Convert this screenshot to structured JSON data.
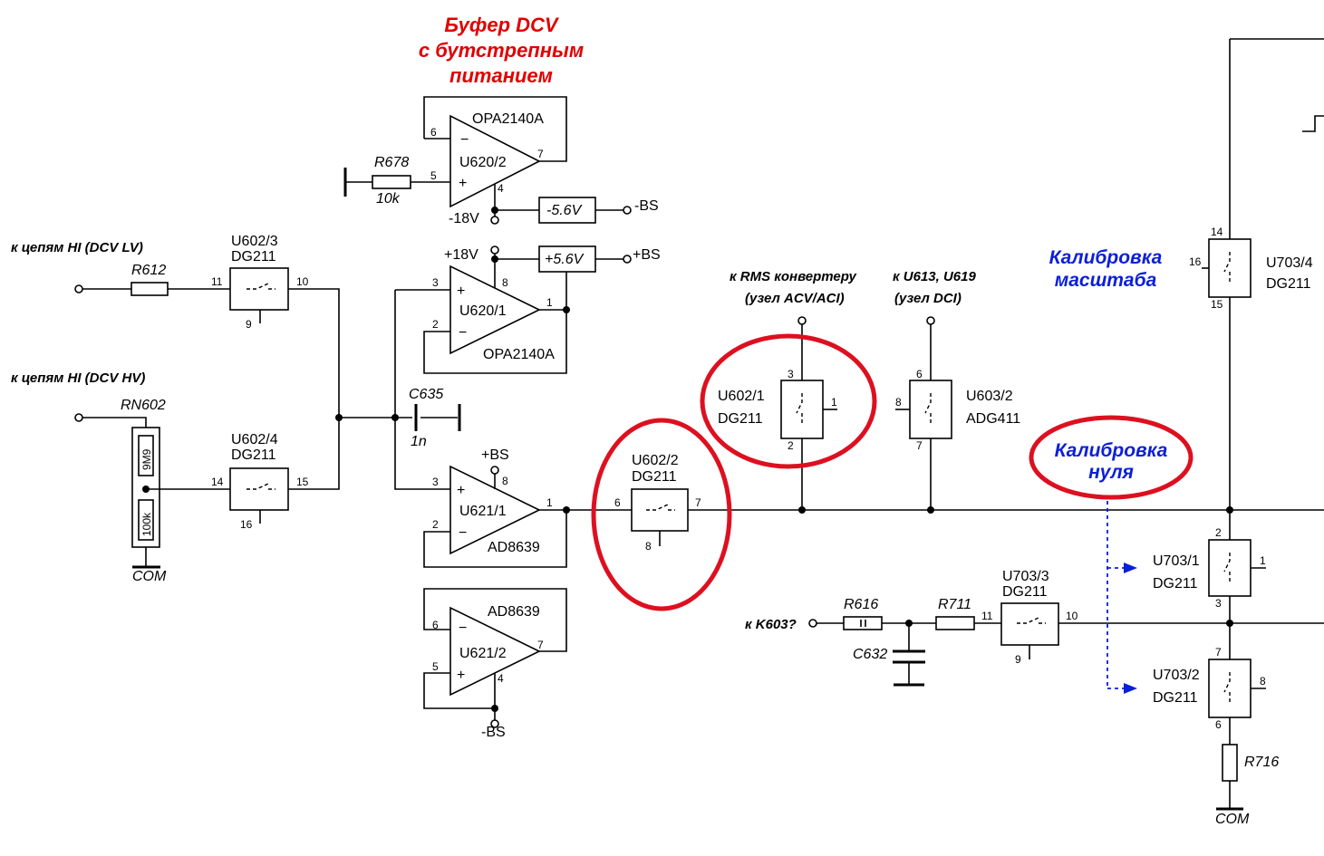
{
  "titles": {
    "buffer": [
      "Буфер DCV",
      "с бутстрепным",
      "питанием"
    ],
    "scale_cal": [
      "Калибровка",
      "масштаба"
    ],
    "zero_cal": [
      "Калибровка",
      "нуля"
    ]
  },
  "notes": {
    "hi_lv": "к цепям HI (DCV LV)",
    "hi_hv": "к цепям HI (DCV HV)",
    "rms_1": "к RMS конвертеру",
    "rms_2": "(узел ACV/ACI)",
    "dci_1": "к U613, U619",
    "dci_2": "(узел DCI)",
    "k603": "к K603?"
  },
  "opamps": {
    "u620_2": {
      "ref": "U620/2",
      "part": "OPA2140A",
      "pins": [
        "6",
        "5",
        "7",
        "4"
      ]
    },
    "u620_1": {
      "ref": "U620/1",
      "part": "OPA2140A",
      "pins": [
        "3",
        "2",
        "1",
        "8"
      ]
    },
    "u621_1": {
      "ref": "U621/1",
      "part": "AD8639",
      "pins": [
        "3",
        "2",
        "1",
        "8"
      ]
    },
    "u621_2": {
      "ref": "U621/2",
      "part": "AD8639",
      "pins": [
        "6",
        "5",
        "7",
        "4"
      ]
    }
  },
  "switches": {
    "u602_3": {
      "ref": "U602/3",
      "part": "DG211",
      "pins": [
        "11",
        "10",
        "9"
      ]
    },
    "u602_4": {
      "ref": "U602/4",
      "part": "DG211",
      "pins": [
        "14",
        "15",
        "16"
      ]
    },
    "u602_2": {
      "ref": "U602/2",
      "part": "DG211",
      "pins": [
        "6",
        "7",
        "8"
      ]
    },
    "u602_1": {
      "ref": "U602/1",
      "part": "DG211",
      "pins": [
        "3",
        "1",
        "2"
      ]
    },
    "u603_2": {
      "ref": "U603/2",
      "part": "ADG411",
      "pins": [
        "6",
        "8",
        "7"
      ]
    },
    "u703_4": {
      "ref": "U703/4",
      "part": "DG211",
      "pins": [
        "14",
        "16",
        "15"
      ]
    },
    "u703_1": {
      "ref": "U703/1",
      "part": "DG211",
      "pins": [
        "2",
        "1",
        "3"
      ]
    },
    "u703_3": {
      "ref": "U703/3",
      "part": "DG211",
      "pins": [
        "11",
        "10",
        "9"
      ]
    },
    "u703_2": {
      "ref": "U703/2",
      "part": "DG211",
      "pins": [
        "7",
        "8",
        "6"
      ]
    }
  },
  "passives": {
    "r678": {
      "ref": "R678",
      "value": "10k"
    },
    "r612": {
      "ref": "R612"
    },
    "rn602": {
      "ref": "RN602",
      "upper": "9M9",
      "lower": "100k"
    },
    "c635": {
      "ref": "C635",
      "value": "1n"
    },
    "r616": {
      "ref": "R616"
    },
    "r711": {
      "ref": "R711"
    },
    "c632": {
      "ref": "C632"
    },
    "r716": {
      "ref": "R716"
    }
  },
  "references": {
    "neg": "-5.6V",
    "pos": "+5.6V"
  },
  "rails": {
    "neg_bs": "-BS",
    "pos_bs": "+BS",
    "neg18": "-18V",
    "pos18": "+18V",
    "bs_amp": "+BS",
    "bs_bottom": "-BS"
  },
  "grounds": {
    "com_left": "COM",
    "com_right": "COM"
  },
  "colors": {
    "title": "#e00000",
    "calibration": "#0a1fd8",
    "highlight": "#dd1020"
  }
}
